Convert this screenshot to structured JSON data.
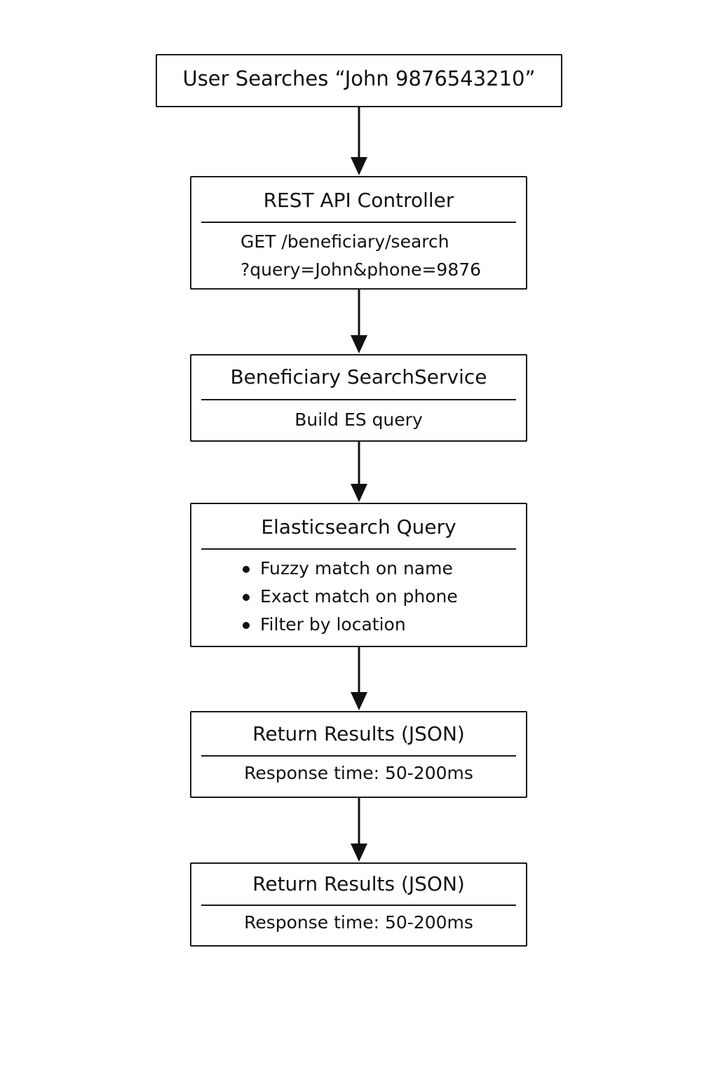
{
  "diagram": {
    "nodes": [
      {
        "id": "user-search",
        "title": "User Searches “John 9876543210”"
      },
      {
        "id": "rest-api",
        "title": "REST API Controller",
        "lines": [
          "GET /beneficiary/search",
          "?query=John&phone=9876"
        ]
      },
      {
        "id": "search-service",
        "title": "Beneficiary SearchService",
        "lines": [
          "Build ES query"
        ]
      },
      {
        "id": "es-query",
        "title": "Elasticsearch Query",
        "bullets": [
          "Fuzzy match on name",
          "Exact match on phone",
          "Filter by location"
        ]
      },
      {
        "id": "return-results-1",
        "title": "Return Results (JSON)",
        "lines": [
          "Response time: 50-200ms"
        ]
      },
      {
        "id": "return-results-2",
        "title": "Return Results (JSON)",
        "lines": [
          "Response time: 50-200ms"
        ]
      }
    ],
    "edges": [
      {
        "from": "user-search",
        "to": "rest-api"
      },
      {
        "from": "rest-api",
        "to": "search-service"
      },
      {
        "from": "search-service",
        "to": "es-query"
      },
      {
        "from": "es-query",
        "to": "return-results-1"
      },
      {
        "from": "return-results-1",
        "to": "return-results-2"
      }
    ]
  }
}
